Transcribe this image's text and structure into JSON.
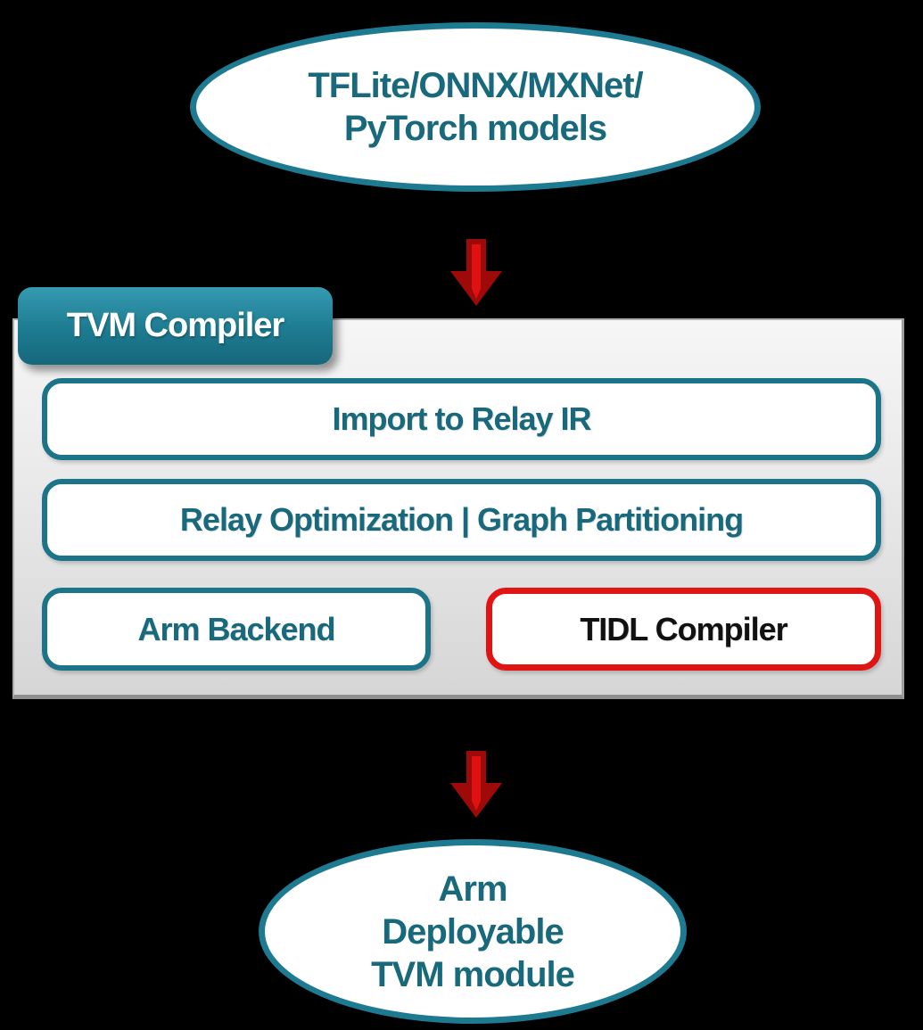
{
  "diagram": {
    "top_node": {
      "line1": "TFLite/ONNX/MXNet/",
      "line2": "PyTorch models"
    },
    "compiler": {
      "label": "TVM Compiler",
      "steps": [
        "Import to Relay IR",
        "Relay Optimization | Graph Partitioning"
      ],
      "backends": [
        {
          "label": "Arm Backend",
          "accent": "teal"
        },
        {
          "label": "TIDL Compiler",
          "accent": "red"
        }
      ]
    },
    "bottom_node": {
      "lines": [
        "Arm",
        "Deployable",
        "TVM module"
      ]
    },
    "colors": {
      "background": "#000000",
      "teal_border": "#1d7a90",
      "teal_box_border": "#1b7488",
      "teal_text": "#19697c",
      "red_border": "#e11414",
      "arrow_dark": "#9e0909",
      "arrow_bright": "#e01111",
      "panel_gray": "#e9e9e9",
      "tab_gradient_top": "#359ab0",
      "tab_gradient_bottom": "#16677c"
    }
  }
}
